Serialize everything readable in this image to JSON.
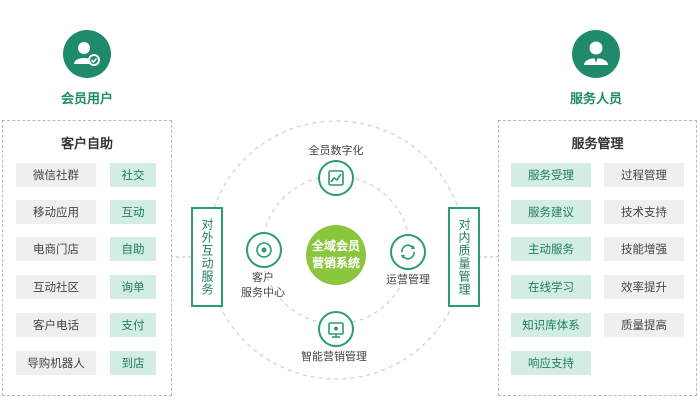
{
  "roles": {
    "left": {
      "label": "会员用户",
      "icon": "member-user-icon"
    },
    "right": {
      "label": "服务人员",
      "icon": "service-staff-icon"
    }
  },
  "left_panel": {
    "title": "客户自助",
    "channels": [
      "微信社群",
      "移动应用",
      "电商门店",
      "互动社区",
      "客户电话",
      "导购机器人"
    ],
    "actions": [
      "社交",
      "互动",
      "自助",
      "询单",
      "支付",
      "到店"
    ]
  },
  "right_panel": {
    "title": "服务管理",
    "left_col": [
      "服务受理",
      "服务建议",
      "主动服务",
      "在线学习",
      "知识库体系",
      "响应支持"
    ],
    "right_col": [
      "过程管理",
      "技术支持",
      "技能增强",
      "效率提升",
      "质量提高"
    ]
  },
  "center": {
    "core_line1": "全域会员",
    "core_line2": "营销系统",
    "top_label": "全员数字化",
    "left_label_line1": "客户",
    "left_label_line2": "服务中心",
    "right_label": "运营管理",
    "bottom_label": "智能营销管理",
    "left_side_box": "对外互动服务",
    "right_side_box": "对内质量管理"
  },
  "colors": {
    "primary": "#1e8a6b",
    "accent": "#8cc63e",
    "cell_green": "#d3ece4",
    "cell_gray": "#efefef"
  },
  "icons": [
    "member-user-icon",
    "service-staff-icon",
    "chart-icon",
    "service-center-icon",
    "refresh-icon",
    "marketing-icon"
  ]
}
